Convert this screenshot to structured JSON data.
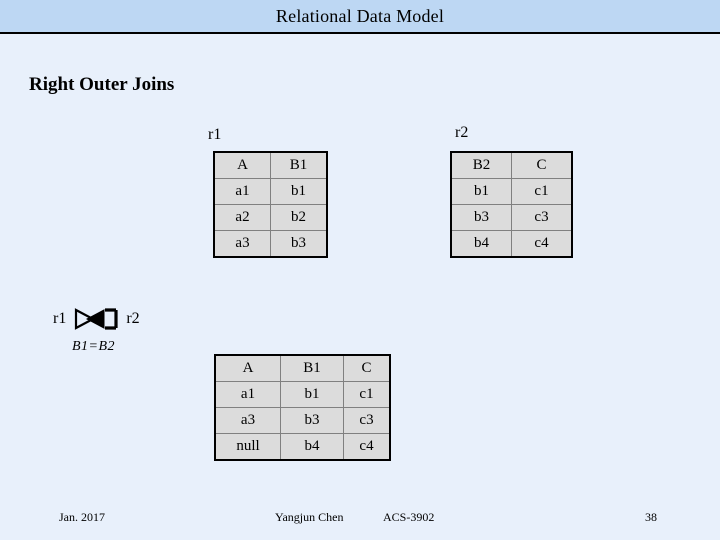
{
  "slide": {
    "title": "Relational Data Model",
    "heading": "Right Outer Joins",
    "colors": {
      "title_band": "#bdd7f3",
      "body_background": "#e8f0fb",
      "table_cell": "#dcdcdc",
      "table_border": "#000000",
      "text": "#000000"
    }
  },
  "relation_r1": {
    "label": "r1",
    "columns": [
      "A",
      "B1"
    ],
    "rows": [
      [
        "a1",
        "b1"
      ],
      [
        "a2",
        "b2"
      ],
      [
        "a3",
        "b3"
      ]
    ]
  },
  "relation_r2": {
    "label": "r2",
    "columns": [
      "B2",
      "C"
    ],
    "rows": [
      [
        "b1",
        "c1"
      ],
      [
        "b3",
        "c3"
      ],
      [
        "b4",
        "c4"
      ]
    ]
  },
  "join_expression": {
    "left_operand": "r1",
    "operator_icon": "right-outer-join-bowtie-icon",
    "right_operand": "r2",
    "condition": "B1=B2"
  },
  "relation_result": {
    "columns": [
      "A",
      "B1",
      "C"
    ],
    "rows": [
      [
        "a1",
        "b1",
        "c1"
      ],
      [
        "a3",
        "b3",
        "c3"
      ],
      [
        "null",
        "b4",
        "c4"
      ]
    ]
  },
  "footer": {
    "date": "Jan. 2017",
    "author": "Yangjun Chen",
    "course": "ACS-3902",
    "page_number": "38"
  }
}
